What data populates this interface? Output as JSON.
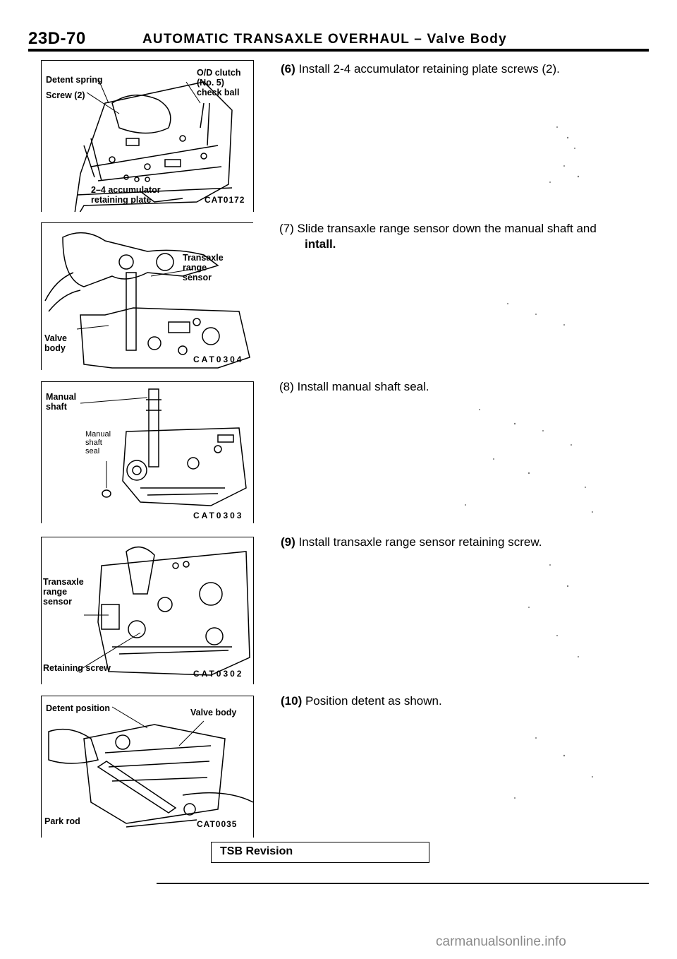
{
  "header": {
    "code": "23D-70",
    "title": "AUTOMATIC TRANSAXLE OVERHAUL – Valve Body"
  },
  "figures": [
    {
      "code": "CAT0172",
      "labels": {
        "detent_spring": "Detent spring",
        "screw": "Screw (2)",
        "od_clutch_1": "O/D clutch",
        "od_clutch_2": "(No. 5)",
        "od_clutch_3": "check ball",
        "accum_1": "2–4 accumulator",
        "accum_2": "retaining plate"
      }
    },
    {
      "code": "CAT0304",
      "labels": {
        "trs_1": "Transaxle",
        "trs_2": "range",
        "trs_3": "sensor",
        "vb_1": "Valve",
        "vb_2": "body"
      }
    },
    {
      "code": "CAT0303",
      "labels": {
        "ms_1": "Manual",
        "ms_2": "shaft",
        "mss_1": "Manual",
        "mss_2": "shaft",
        "mss_3": "seal"
      }
    },
    {
      "code": "CAT0302",
      "labels": {
        "trs_1": "Transaxle",
        "trs_2": "range",
        "trs_3": "sensor",
        "rs": "Retaining screw"
      }
    },
    {
      "code": "CAT0035",
      "labels": {
        "detent": "Detent position",
        "vb": "Valve body",
        "park": "Park rod"
      }
    }
  ],
  "steps": [
    {
      "num": "(6)",
      "text": "Install 2-4 accumulator retaining plate screws (2)."
    },
    {
      "num": "(7)",
      "text_1": "Slide transaxle range sensor down the manual shaft and",
      "text_2": "intall."
    },
    {
      "num": "(8)",
      "text": "Install manual shaft seal."
    },
    {
      "num": "(9)",
      "text": "Install transaxle range sensor retaining screw."
    },
    {
      "num": "(10)",
      "text": "Position detent as shown."
    }
  ],
  "footer": {
    "revision": "TSB Revision",
    "watermark": "carmanualsonline.info"
  }
}
